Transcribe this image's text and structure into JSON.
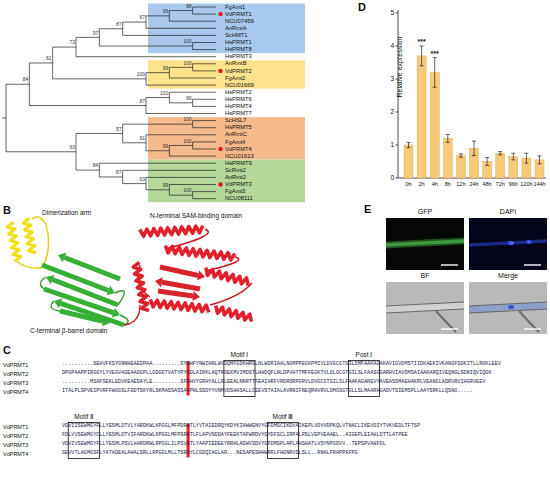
{
  "diagram": {
    "nodes": [
      {
        "text": [
          "FgAmt1",
          "VdPRMT1",
          "NCU07459",
          "AnRmtA",
          "ScHMT1",
          "HsPRMT1",
          "HsPRMT8"
        ]
      },
      {
        "text": [
          "AnRmtB",
          "VdPRMT2",
          "FgAmt2",
          "NCU01669"
        ]
      },
      {
        "text": [
          "ScHSL7",
          "HsPRMT5",
          "AnRmtC",
          "FgAmt4",
          "VdPRMT4",
          "NCU01613"
        ]
      },
      {
        "text": [
          "HsPRMT9",
          "ScRmt2",
          "AnRmt2",
          "VdPRMT3",
          "FgAmt3",
          "NCU08111"
        ]
      },
      {
        "text": [
          "GFP"
        ]
      },
      {
        "text": [
          "DAPI"
        ]
      },
      {
        "text": [
          "BF"
        ]
      },
      {
        "text": [
          "Merge"
        ]
      }
    ],
    "labels": [
      "HsPRMT3",
      "HsPRMT2",
      "HsPRMT6",
      "HsPRMT4",
      "HsPRMT7",
      "98",
      "99",
      "67",
      "87",
      "100",
      "97",
      "73",
      "100",
      "99",
      "100",
      "61",
      "99",
      "100",
      "87",
      "84",
      "100",
      "100",
      "99",
      "91",
      "57",
      "100",
      "99",
      "63",
      "87",
      "84",
      "63",
      "B",
      "Dimerization arm",
      "N-terminal SAM-binding domain",
      "C-terminal β-barrel domain",
      "C",
      "Motif Ⅰ",
      "Post Ⅰ",
      "Motif Ⅱ",
      "Motif Ⅲ",
      "VdPRMT1",
      "VdPRMT2",
      "VdPRMT3",
      "VdPRMT4",
      "..........SEHVFKSYGNNHEAEDPAA.........SYRHFYNWIHNLWVDQMFGDKHRGLNLWDRIAALNGMPPEGKPMIVLDVGCGTGILSMFAAKAGAKAVIGVDMSTIIDKAEKIVKANGFSDKITLLRGKLEEV",
      "DPGPAAPPIRGGYLYVEGVAGEAADGPLLGDGDTVATYPYGDLAIRKLAQTRDEKMVIMDSTLHHDQFLNLDPVHTTMFFEGKTVLDLGCGTGILSLFAASGGARHVIAVDMSAIAAKARQIVEQNGLSDRIQVIQGK",
      ".........MSAFSEKLEDVKEAEDAYLE.........SFDHVYGRHYALLRLEEALNNRTTFEAIHRFVRDRSRPGRVLDVGCGTGILSLFAAKAGAREVYAVEASSMAEHAKRLVEANGLADRVRVIHGRVEEV",
      "ITALPLSPVEIPVRFFWGGSLFDDTSKYRLSKMASSASSAVPHLSSDYYVNMVDSHHSALLCEEVSTAIALAVRNIFNEQRHVRVLDMGSGTGLLSLMAARHGADVTSIEMSPLLAAYSRKLLQSNG.....",
      "VdPRMT1",
      "VdPRMT2",
      "VdPRMT3",
      "VdPRMT4",
      "VDVIISEWMGYFLLYESMLDTVLYARDKWLKPGGLMFPDRATLYVTAIEDRQYKDYKIHWWENVYGFDMSCIKDVAIKEPLVDVVDPKQLVTNACLIKEVDIYTVKVEDLTFTSP",
      "FDLVVSEWMGYCLLYESMLDTVIFARDKWLKPGGLMFPSRATLFLAPVNDDAYFEEKTAFWRDVYGYDFSCLIRPALRSLVEPVEAAEL..AIGEPLEIAHLDTTLATPEE",
      "VDVIVSEWMGYFLLYESMLPSVLHARDRWLRPGGLILPSVATLYAAPIEDEEYRRHLADWVSDVYGFDMSPLAPLAHSHATLVSYNPGDVV..TEPSPVAHFDL",
      "GEVVTLAGMGSFLYATADEALAHALSRLLRPGGLMLLTSRAYLCGDQIAGLAR...NESAPESHHWRRLFHGNRVDLSLL..RNALFRAPPAFPG",
      "D",
      "Relative expression",
      "0",
      "1",
      "2",
      "3",
      "4",
      "5",
      "0h",
      "2h",
      "4h",
      "8h",
      "12h",
      "24h",
      "48h",
      "72h",
      "96h",
      "120h",
      "144h",
      "***",
      "***",
      "E"
    ]
  }
}
